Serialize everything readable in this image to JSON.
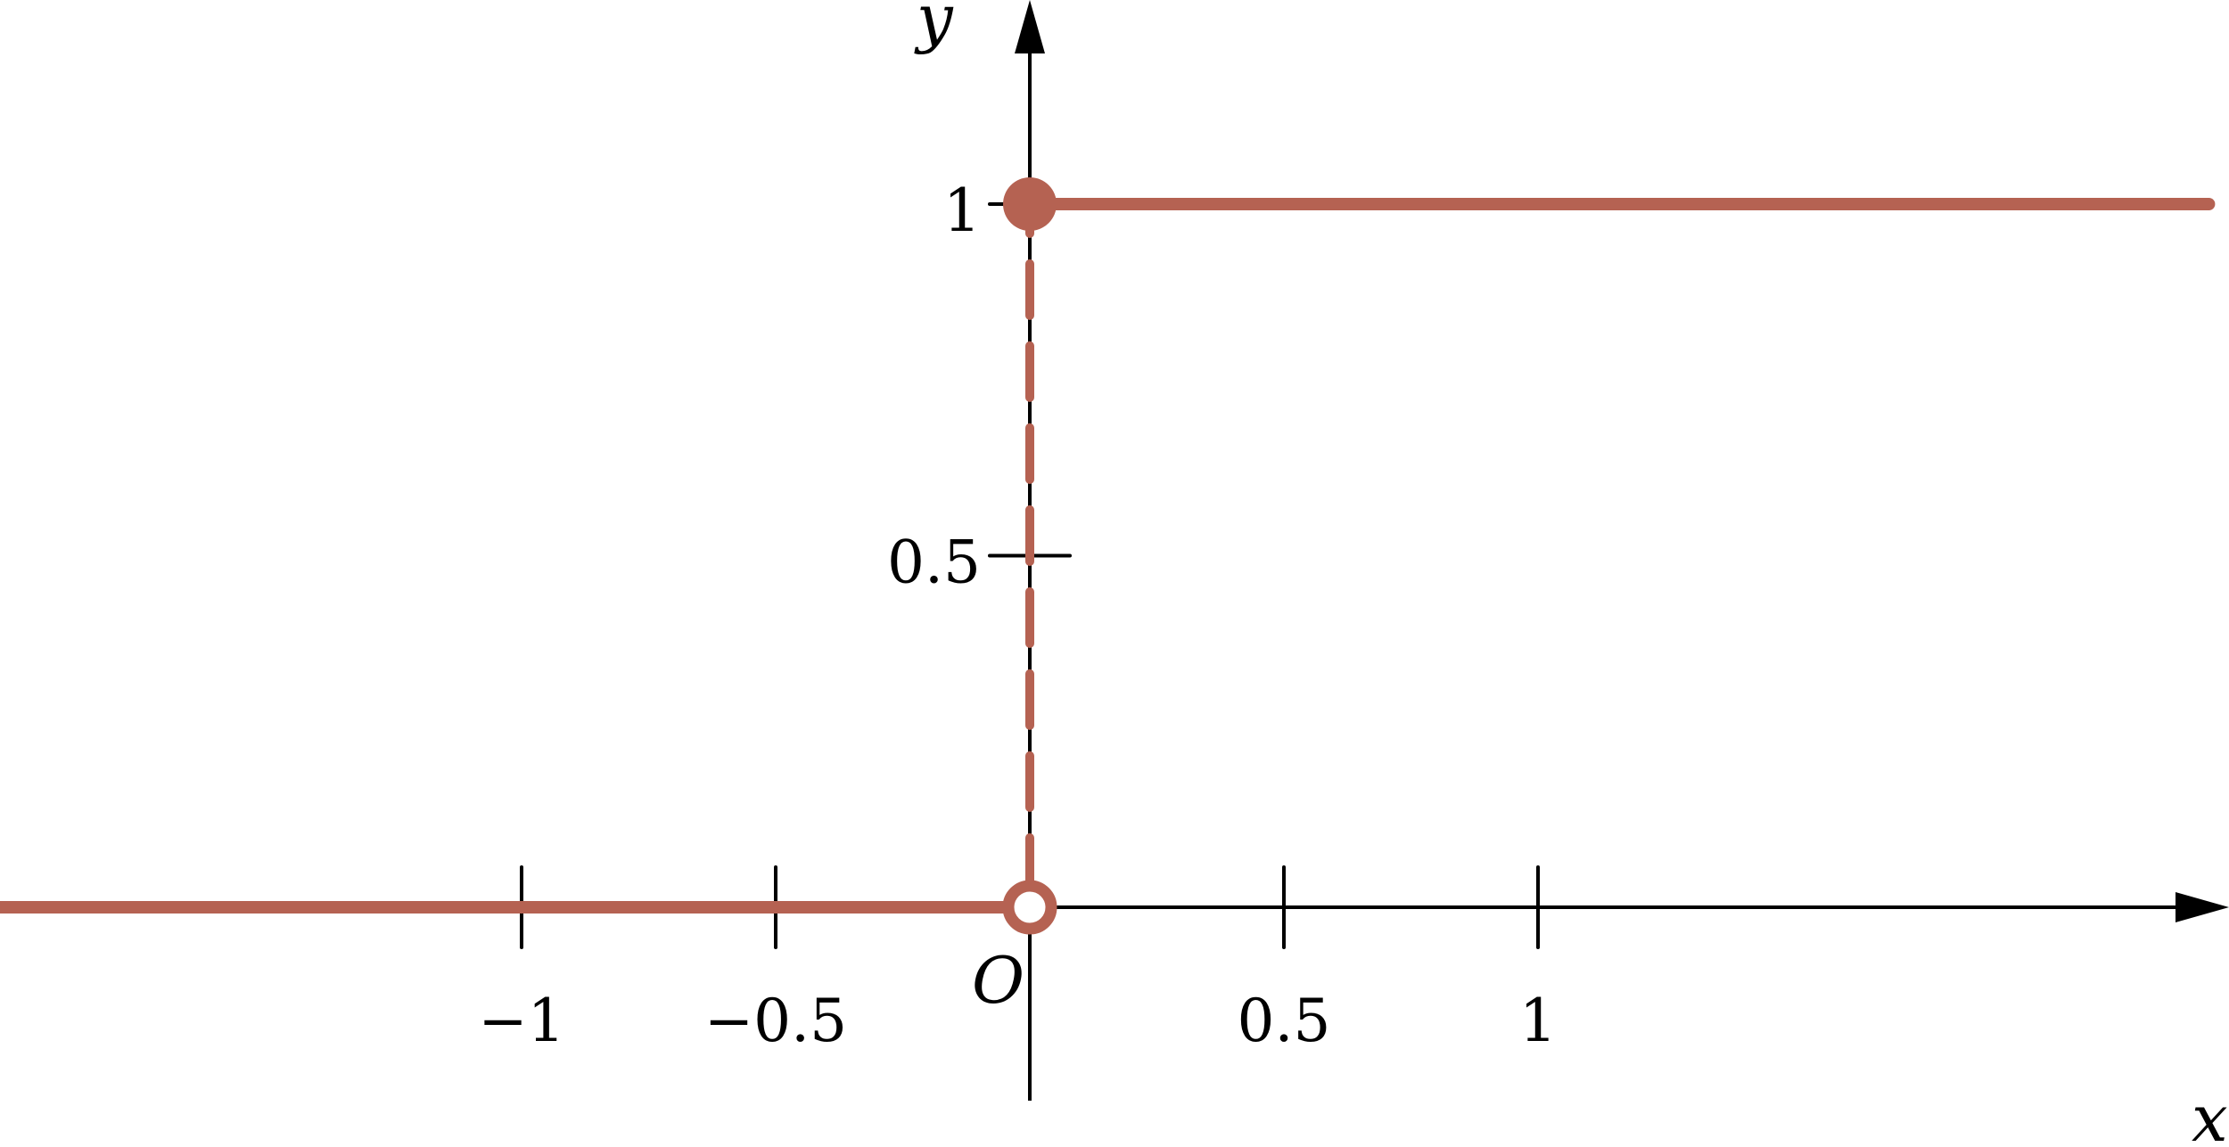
{
  "chart_data": {
    "type": "line",
    "title": "",
    "xlabel": "x",
    "ylabel": "y",
    "origin_label": "O",
    "xlim": [
      -2.03,
      2.36
    ],
    "ylim": [
      -0.3,
      1.29
    ],
    "x_ticks": [
      -1,
      -0.5,
      0.5,
      1
    ],
    "x_tick_labels": [
      "−1",
      "−0.5",
      "0.5",
      "1"
    ],
    "y_ticks": [
      0.5,
      1
    ],
    "y_tick_labels": [
      "0.5",
      "1"
    ],
    "grid": false,
    "series": [
      {
        "name": "left",
        "x": [
          -2.03,
          0
        ],
        "y": [
          0,
          0
        ],
        "style": "solid"
      },
      {
        "name": "right",
        "x": [
          0,
          2.32
        ],
        "y": [
          1,
          1
        ],
        "style": "solid"
      },
      {
        "name": "jump",
        "x": [
          0,
          0
        ],
        "y": [
          0,
          1
        ],
        "style": "dashed"
      }
    ],
    "points": [
      {
        "x": 0,
        "y": 1,
        "filled": true
      },
      {
        "x": 0,
        "y": 0,
        "filled": false
      }
    ],
    "color": "#b56252"
  }
}
